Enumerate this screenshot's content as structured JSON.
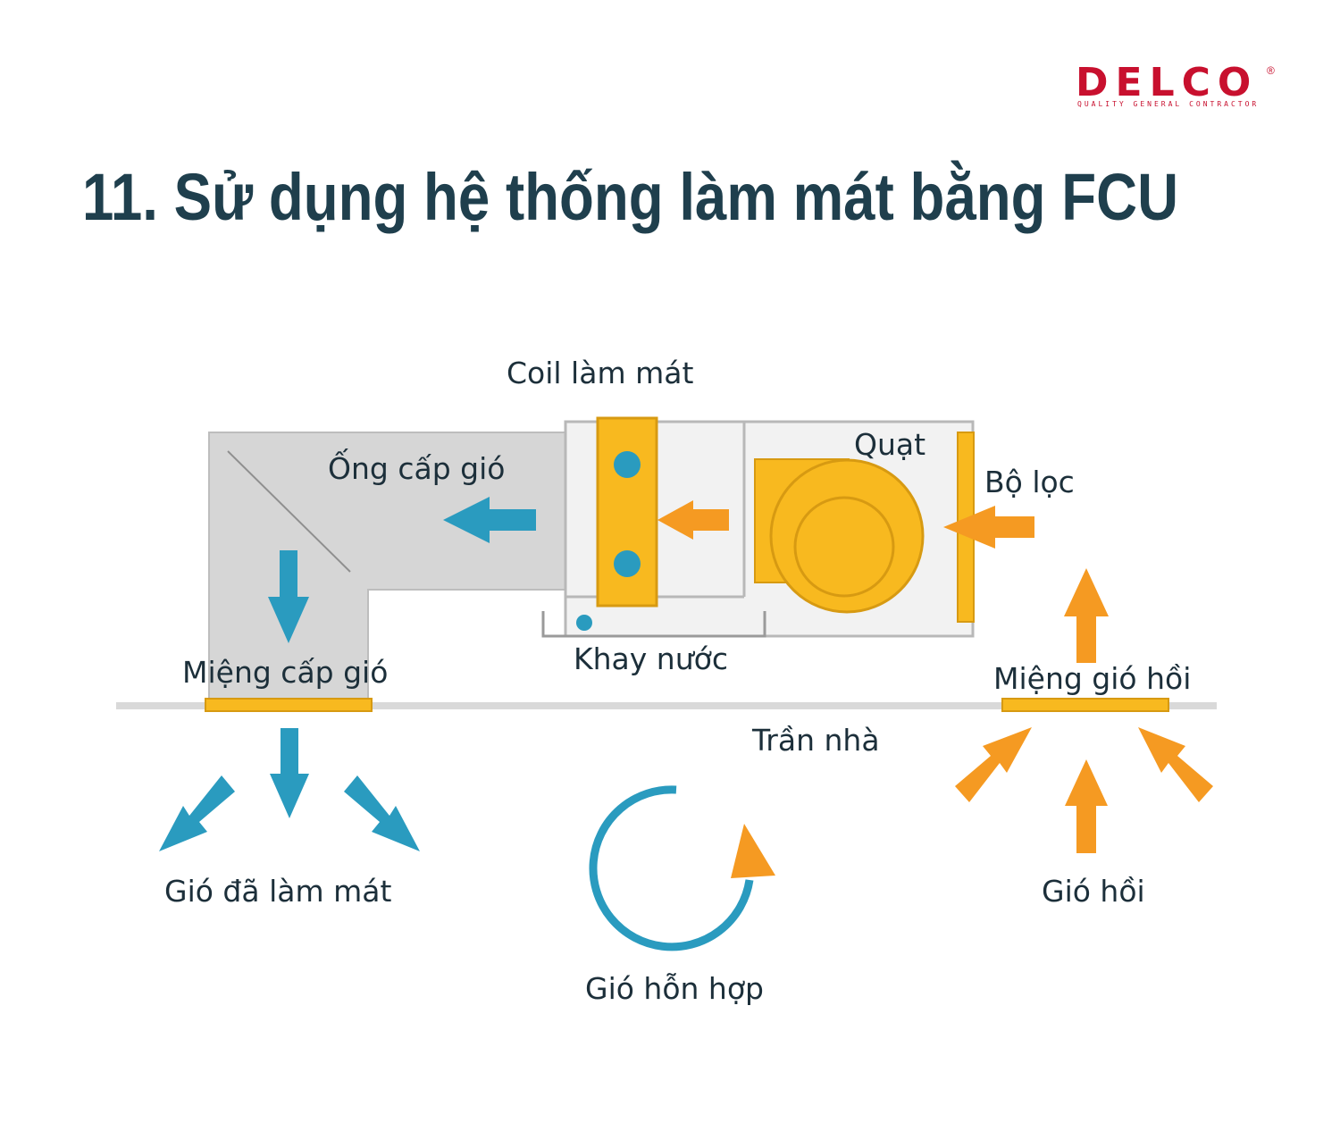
{
  "logo": {
    "name": "DELCO",
    "registered": "®",
    "tagline": "QUALITY GENERAL CONTRACTOR"
  },
  "title": "11. Sử dụng hệ thống làm mát bằng FCU",
  "labels": {
    "coil": "Coil làm mát",
    "duct": "Ống cấp gió",
    "fan": "Quạt",
    "filter": "Bộ lọc",
    "drain_pan": "Khay nước",
    "supply_outlet": "Miệng cấp gió",
    "return_grille": "Miệng gió hồi",
    "ceiling": "Trần nhà",
    "cooled_air": "Gió đã làm mát",
    "return_air": "Gió hồi",
    "mixed_air": "Gió hỗn hợp"
  },
  "colors": {
    "title": "#1f3f4d",
    "brand": "#c8102e",
    "supply_arrow": "#2a9bbf",
    "return_arrow": "#f59a22",
    "component": "#f8b91f",
    "duct": "#d6d6d6",
    "unit_frame": "#f0f0f0"
  },
  "icons": {
    "cooled_arrows": "arrow-down-spread-icon",
    "return_arrows": "arrow-up-converge-icon",
    "mix_cycle": "circular-arrow-icon"
  }
}
